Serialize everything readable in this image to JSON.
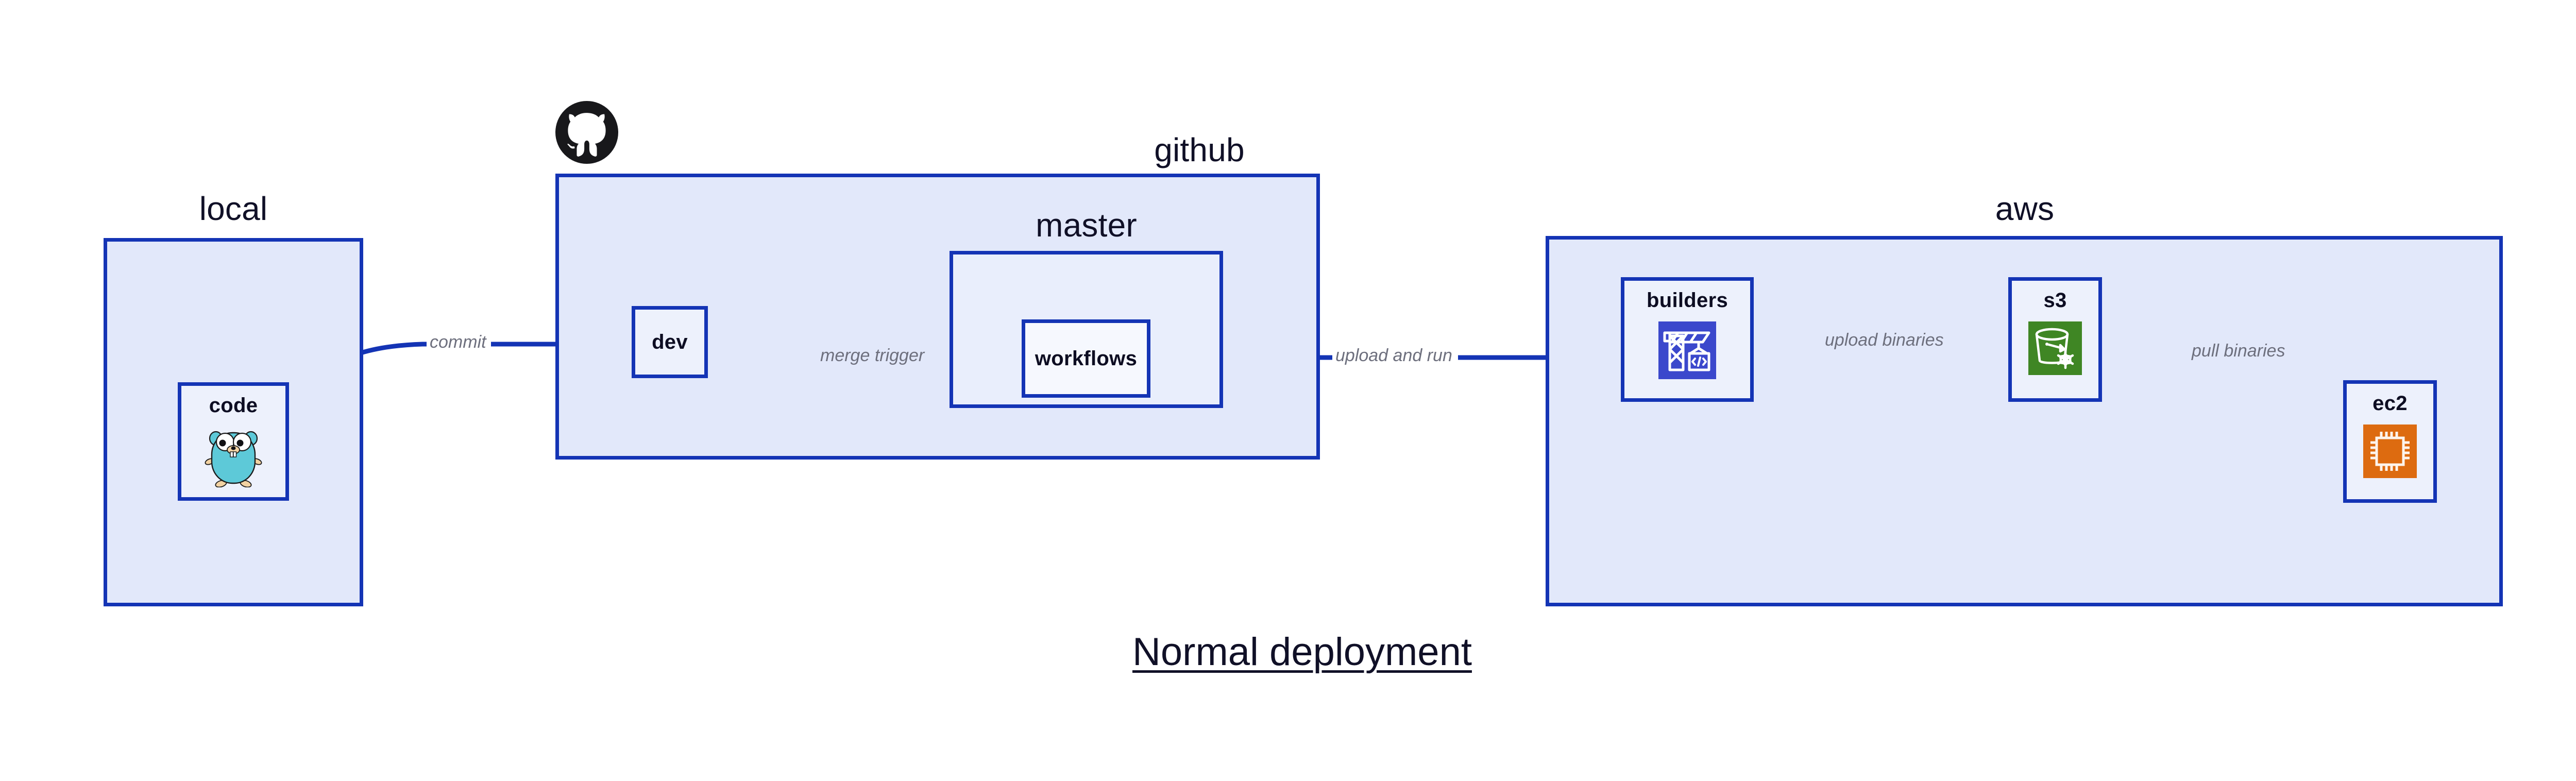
{
  "diagram": {
    "title": "Normal deployment",
    "background": "#ffffff",
    "accent_border": "#1434b5",
    "group_fill": "#e2e8fa",
    "node_fill": "#edf1fc",
    "label_text_color": "#101027",
    "edge_label_color": "#6d6f7d"
  },
  "groups": [
    {
      "id": "local",
      "label": "local"
    },
    {
      "id": "github",
      "label": "github"
    },
    {
      "id": "master",
      "label": "master"
    },
    {
      "id": "aws",
      "label": "aws"
    }
  ],
  "nodes": [
    {
      "id": "code",
      "label": "code",
      "icon": "go-gopher-icon",
      "icon_color": "#5dc9d8"
    },
    {
      "id": "dev",
      "label": "dev",
      "icon": "none",
      "icon_color": ""
    },
    {
      "id": "workflows",
      "label": "workflows",
      "icon": "none",
      "icon_color": ""
    },
    {
      "id": "builders",
      "label": "builders",
      "icon": "aws-codebuild-icon",
      "icon_color": "#3b48cc"
    },
    {
      "id": "s3",
      "label": "s3",
      "icon": "aws-s3-glacier-icon",
      "icon_color": "#3f8624"
    },
    {
      "id": "ec2",
      "label": "ec2",
      "icon": "aws-ec2-icon",
      "icon_color": "#dd6b10"
    }
  ],
  "edges": [
    {
      "id": "commit",
      "label": "commit",
      "from": "code",
      "to": "dev"
    },
    {
      "id": "merge-trigger",
      "label": "merge trigger",
      "from": "dev",
      "to": "workflows"
    },
    {
      "id": "upload-and-run",
      "label": "upload and run",
      "from": "workflows",
      "to": "builders"
    },
    {
      "id": "upload-binaries",
      "label": "upload binaries",
      "from": "builders",
      "to": "s3"
    },
    {
      "id": "pull-binaries",
      "label": "pull binaries",
      "from": "s3",
      "to": "ec2"
    }
  ],
  "logos": [
    {
      "id": "github-logo",
      "name": "github-octocat-icon",
      "color": "#18181b"
    }
  ]
}
